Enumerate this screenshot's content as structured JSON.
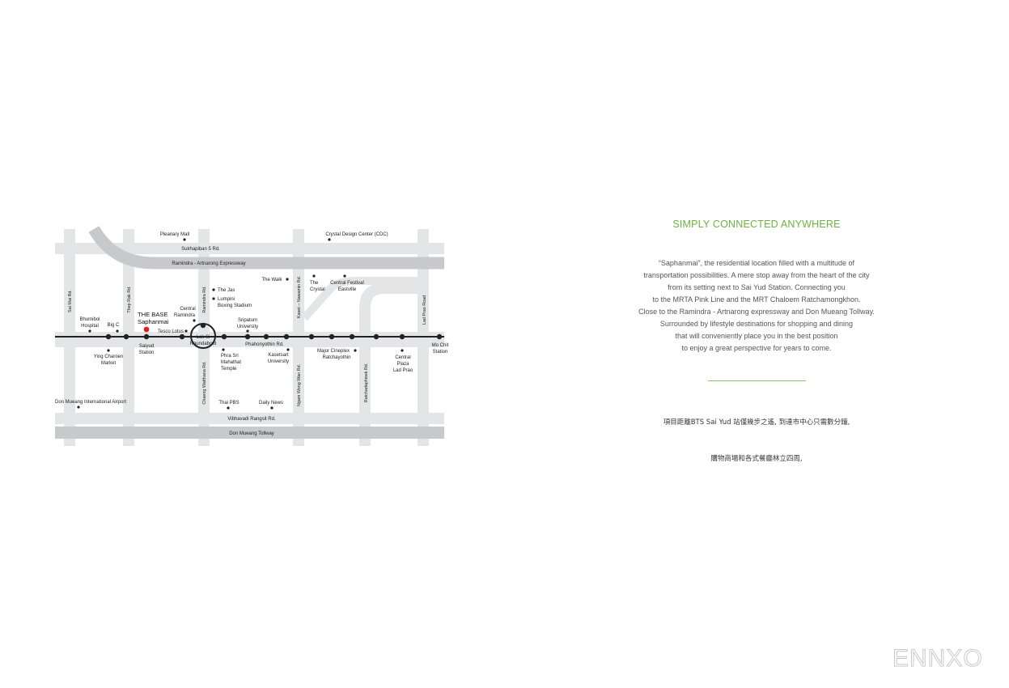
{
  "map": {
    "labels": {
      "plearnary": "Pleanary Mall",
      "cdc": "Crystal Design Center (CDC)",
      "sukhapiban": "Sukhapiban 5 Rd.",
      "ramindra_exp": "Ramindra - Artnarong Expressway",
      "saimai": "Sai Mai Rd.",
      "theprak": "Thep Rak Rd.",
      "ramindra_rd": "Ramindra Rd.",
      "kaset_nawamin": "Kaset – Nawamin Rd.",
      "ladprao_road": "Lad Prao Road",
      "the_jas": "The Jas",
      "lumpini_1": "Lumpini",
      "lumpini_2": "Boxing Stadium",
      "the_walk": "The Walk",
      "the_crystal_1": "The",
      "the_crystal_2": "Crystal",
      "central_festival_1": "Central Festival",
      "central_festival_2": "Eastville",
      "central_ramindra_1": "Central",
      "central_ramindra_2": "Ramindra",
      "the_base_1": "THE BASE",
      "the_base_2": "Saphanmai",
      "bhumibol_1": "Bhumibol",
      "bhumibol_2": "Hospital",
      "bigc": "Big C",
      "tesco": "Tesco Lotus",
      "sripatum_1": "Sripatum",
      "sripatum_2": "University",
      "laksi_1": "Lak Si",
      "laksi_2": "Roundabout",
      "saiyud_1": "Saiyud",
      "saiyud_2": "Station",
      "phahonyothin": "Phahonyothin Rd.",
      "mochit_1": "Mo Chit",
      "mochit_2": "Station",
      "ying_1": "Ying Charoen",
      "ying_2": "Market",
      "phra_1": "Phra Sri",
      "phra_2": "Mahathat",
      "phra_3": "Temple",
      "kasetsart_1": "Kasetsart",
      "kasetsart_2": "University",
      "major_1": "Major Cineplex",
      "major_2": "Ratchayothin",
      "central_ladprao_1": "Central",
      "central_ladprao_2": "Plaza",
      "central_ladprao_3": "Lad Prao",
      "chaeng": "Chaeng Watthana Rd.",
      "ngam": "Ngam Wong Wan Rd.",
      "ratchada": "Ratchadaphisek Rd.",
      "donmueang_airport": "Don Mueang International Airport",
      "thaipbs": "Thai PBS",
      "dailynews": "Daily News",
      "vibhavadi": "Vibhavadi Rangsit Rd.",
      "tollway": "Don Mueang Tollway"
    }
  },
  "text": {
    "heading": "SIMPLY CONNECTED ANYWHERE",
    "desc": [
      "“Saphanmai”, the residential location filled with a multitude of",
      "transportation possibilities. A mere stop away from the heart of the city",
      "from its setting next to Sai Yud Station. Connecting you",
      "to the MRTA Pink Line and the MRT Chaloem Ratchamongkhon.",
      "Close to the Ramindra - Artnarong expressway and Don Mueang Tollway.",
      "Surrounded by lifestyle destinations for shopping and dining",
      "that will conveniently place you in the best position",
      "to enjoy a great perspective for years to come."
    ],
    "zh_1": "項目距離BTS Sai Yud 站僅幾步之遙, 到達市中心只需數分鐘,",
    "zh_2": "購物商場和各式餐廳林立四周,",
    "watermark": "ENNXO"
  },
  "colors": {
    "road_light": "#e4e5e6",
    "road_dark": "#c8c9ca",
    "transit": "#222222",
    "accent": "#6db33f",
    "project_marker": "#e02020"
  }
}
